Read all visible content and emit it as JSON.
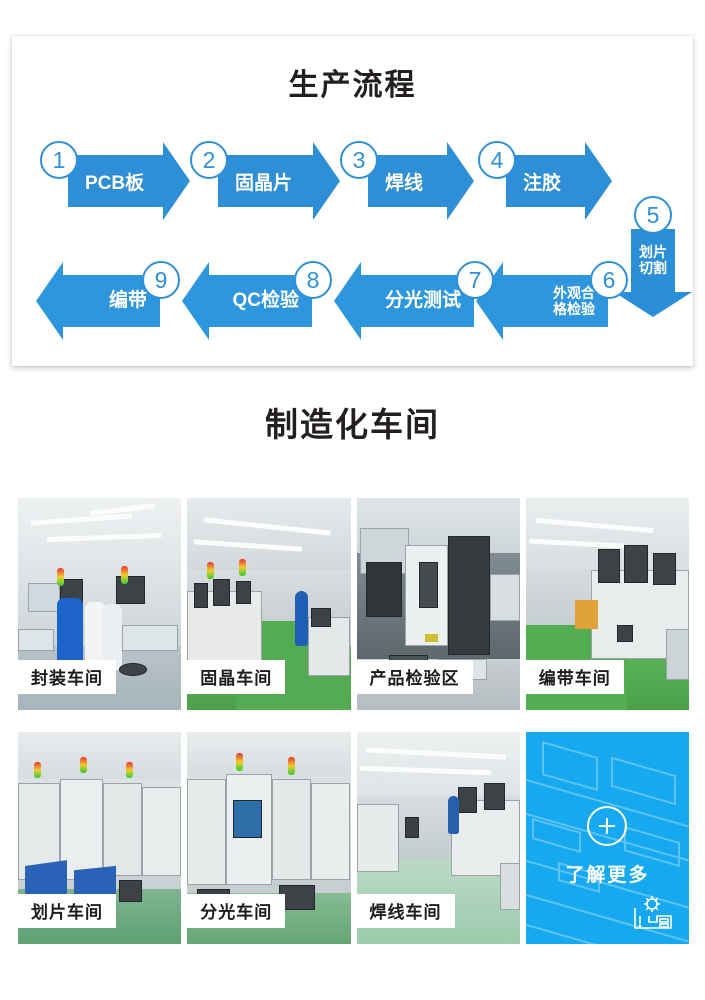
{
  "flow": {
    "title": "生产流程",
    "steps_row1": [
      {
        "num": "1",
        "label": "PCB板",
        "dir": "right"
      },
      {
        "num": "2",
        "label": "固晶片",
        "dir": "right"
      },
      {
        "num": "3",
        "label": "焊线",
        "dir": "right"
      },
      {
        "num": "4",
        "label": "注胶",
        "dir": "right"
      },
      {
        "num": "5",
        "label": "划片\n切割",
        "dir": "down"
      }
    ],
    "steps_row2": [
      {
        "num": "9",
        "label": "编带",
        "dir": "left"
      },
      {
        "num": "8",
        "label": "QC检验",
        "dir": "left"
      },
      {
        "num": "7",
        "label": "分光测试",
        "dir": "left"
      },
      {
        "num": "6",
        "label": "外观合\n格检验",
        "dir": "left"
      }
    ]
  },
  "section": {
    "title": "制造化车间"
  },
  "gallery": {
    "cells": [
      {
        "label": "封装车间",
        "kind": "photo"
      },
      {
        "label": "固晶车间",
        "kind": "photo"
      },
      {
        "label": "产品检验区",
        "kind": "photo"
      },
      {
        "label": "编带车间",
        "kind": "photo"
      },
      {
        "label": "划片车间",
        "kind": "photo"
      },
      {
        "label": "分光车间",
        "kind": "photo"
      },
      {
        "label": "焊线车间",
        "kind": "photo"
      },
      {
        "label": "了解更多",
        "kind": "cta"
      }
    ]
  },
  "cta": {
    "label": "了解更多",
    "icon": "plus-circle-icon",
    "badge": "factory-gear-icon"
  },
  "colors": {
    "arrow_blue": "#2e8fd6",
    "arrow_blue_alt": "#2e96dd",
    "circle_blue": "#2f90d8",
    "cta_blue": "#17a9ef",
    "title_dark": "#231f20",
    "card_white": "#ffffff"
  }
}
